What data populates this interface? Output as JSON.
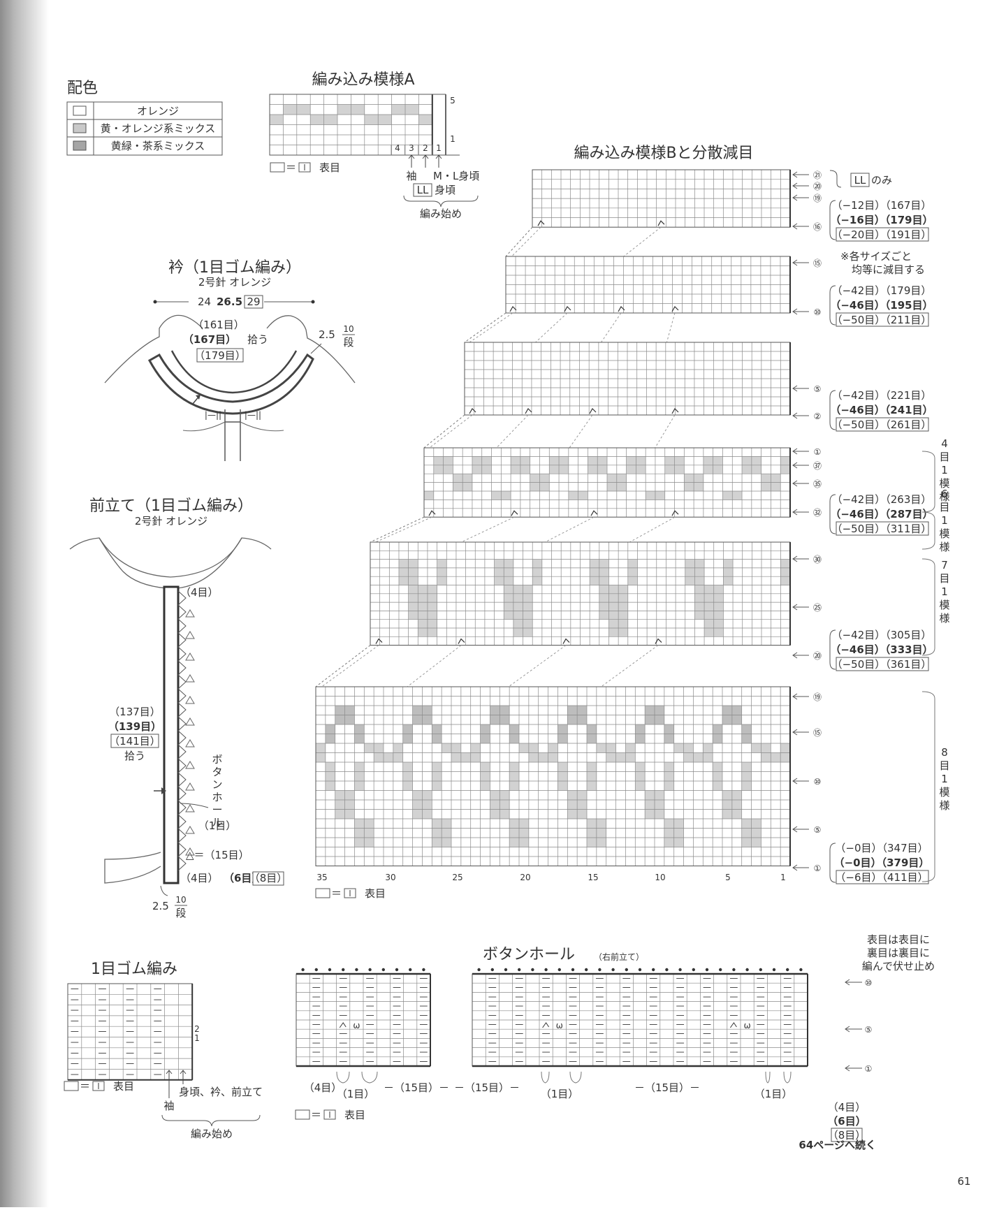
{
  "colors": {
    "line": "#555555",
    "grid": "#8a8a8a",
    "shade": "#d2d2d2",
    "shade_mid": "#bdbdbd",
    "shade_dark": "#a7a7a7"
  },
  "color_key": {
    "title": "配色",
    "items": [
      {
        "swatch": "white",
        "label": "オレンジ"
      },
      {
        "swatch": "light",
        "label": "黄・オレンジ系ミックス"
      },
      {
        "swatch": "dark",
        "label": "黄緑・茶系ミックス"
      }
    ]
  },
  "pattern_a": {
    "title": "編み込み模様A",
    "row_labels": [
      "5",
      "1"
    ],
    "col_labels": [
      "4",
      "3",
      "2",
      "1"
    ],
    "legend": "□＝□ 表目",
    "legend_key": "□＝",
    "legend_sym": "|",
    "legend_text": "表目",
    "arrow_labels": [
      "袖",
      "M・L身頃"
    ],
    "ll_box": "LL",
    "ll_text": "身頃",
    "start_label": "編み始め"
  },
  "collar": {
    "title": "衿（1目ゴム編み）",
    "needle": "2号針 オレンジ",
    "width_plain": "24",
    "width_bold": "26.5",
    "width_boxed": "29",
    "pickup_plain": "（161目）",
    "pickup_bold": "（167目）",
    "pickup_verb": "拾う",
    "pickup_boxed": "（179目）",
    "depth_cm": "2.5",
    "depth_rows": "10",
    "depth_unit": "段",
    "mark": "|—||"
  },
  "front_band": {
    "title": "前立て（1目ゴム編み）",
    "needle": "2号針 オレンジ",
    "top_label": "（4目）",
    "pickup_plain": "（137目）",
    "pickup_bold": "（139目）",
    "pickup_boxed": "（141目）",
    "pickup_verb": "拾う",
    "buttonhole_vertical": "ボタンホール",
    "buttonhole_count": "（1目）",
    "spacing_label": "△＝（15目）",
    "bottom_plain": "（4目）",
    "bottom_bold": "（6目）",
    "bottom_boxed": "（8目）",
    "depth_cm": "2.5",
    "depth_rows": "10",
    "depth_unit": "段"
  },
  "pattern_b": {
    "title": "編み込み模様Bと分散減目",
    "right_rows_top": [
      "㉑",
      "⑳",
      "⑲",
      "⑯"
    ],
    "ll_only_box": "LL",
    "ll_only_text": "のみ",
    "dec_note": "※各サイズごと\n均等に減目する",
    "dec_note_1": "※各サイズごと",
    "dec_note_2": "均等に減目する",
    "groups": [
      {
        "rows": [
          "⑮",
          "⑩"
        ],
        "plain": "（−12目）（167目）",
        "bold": "（−16目）（179目）",
        "boxed": "（−20目）（191目）"
      },
      {
        "rows": [
          "⑤",
          "②"
        ],
        "plain": "（−42目）（179目）",
        "bold": "（−46目）（195目）",
        "boxed": "（−50目）（211目）"
      },
      {
        "rows": [
          "①",
          "㊲",
          "㉟",
          "㉜"
        ],
        "plain": "（−42目）（221目）",
        "bold": "（−46目）（241目）",
        "boxed": "（−50目）（261目）"
      },
      {
        "rows": [
          "㉚",
          "㉕",
          "⑳"
        ],
        "plain": "（−42目）（263目）",
        "bold": "（−46目）（287目）",
        "boxed": "（−50目）（311目）"
      },
      {
        "rows": [
          "⑲",
          "⑮",
          "⑩",
          "⑤",
          "①"
        ],
        "plain": "（−42目）（305目）",
        "bold": "（−46目）（333目）",
        "boxed": "（−50目）（361目）"
      },
      {
        "rows": [],
        "plain": "（−0目）（347目）",
        "bold": "（−0目）（379目）",
        "boxed": "（−6目）（411目）"
      }
    ],
    "repeat_labels": [
      "4目1模様",
      "6目1模様",
      "7目1模様",
      "8目1模様"
    ],
    "col_numbers": [
      "35",
      "30",
      "25",
      "20",
      "15",
      "10",
      "5",
      "1"
    ],
    "legend_key": "□＝",
    "legend_sym": "|",
    "legend_text": "表目"
  },
  "ribbing": {
    "title": "1目ゴム編み",
    "row_labels": [
      "2",
      "1"
    ],
    "legend_key": "□＝",
    "legend_sym": "|",
    "legend_text": "表目",
    "arrow_body": "身頃、衿、前立て",
    "arrow_sleeve": "袖",
    "start_label": "編み始め"
  },
  "buttonhole": {
    "title": "ボタンホール",
    "subtitle": "（右前立て）",
    "bindoff_note_1": "表目は表目に",
    "bindoff_note_2": "裏目は裏目に",
    "bindoff_note_3": "編んで伏せ止め",
    "row_labels": [
      "⑩",
      "⑤",
      "①"
    ],
    "left_bottom": [
      "（4目）",
      "（1目）",
      "（15目）"
    ],
    "right_bottom": [
      "（15目）",
      "（1目）",
      "（15目）",
      "（1目）"
    ],
    "size_plain": "（4目）",
    "size_bold": "（6目）",
    "size_boxed": "（8目）",
    "legend_key": "□＝",
    "legend_sym": "|",
    "legend_text": "表目"
  },
  "footer": {
    "continue": "64ページへ続く",
    "page_number": "61"
  }
}
